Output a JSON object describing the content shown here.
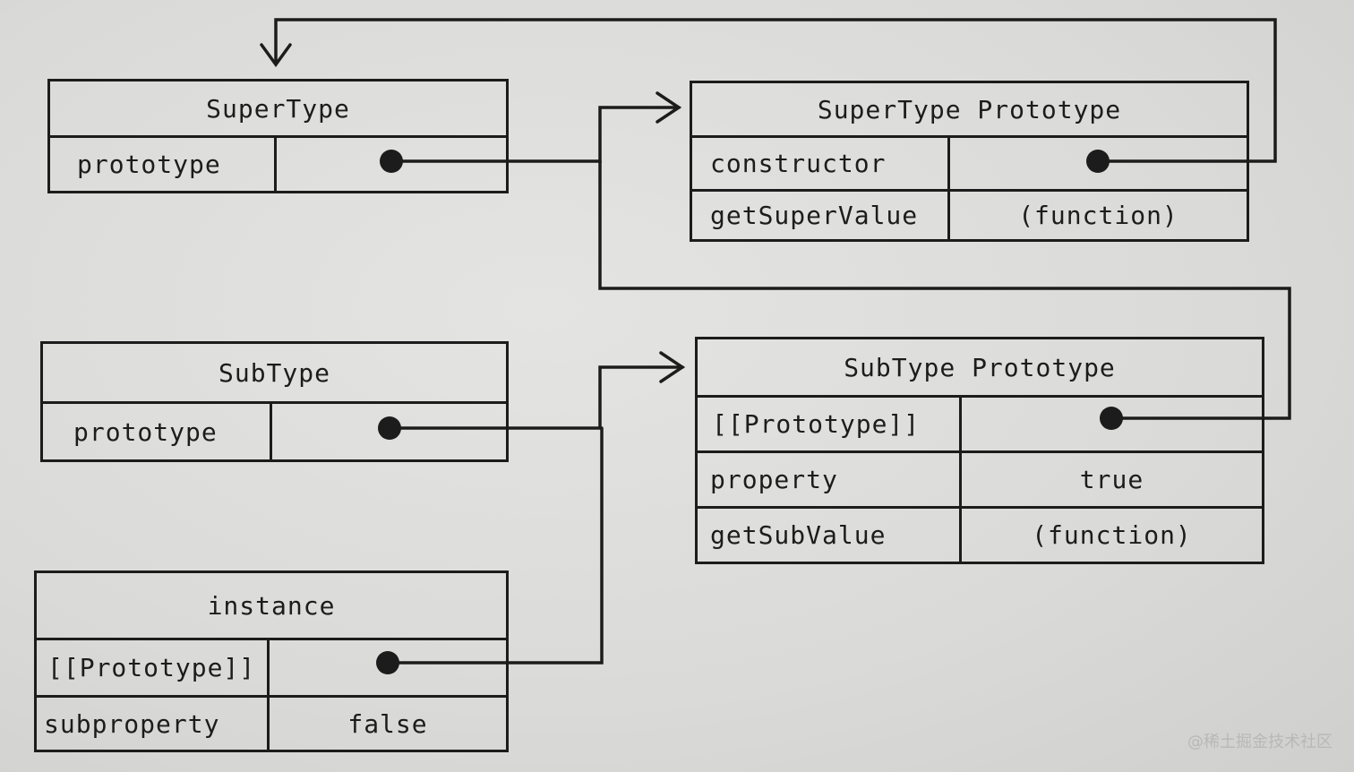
{
  "super_type": {
    "title": "SuperType",
    "key": "prototype"
  },
  "super_proto": {
    "title": "SuperType Prototype",
    "rows": [
      {
        "key": "constructor",
        "value": ""
      },
      {
        "key": "getSuperValue",
        "value": "(function)"
      }
    ]
  },
  "sub_type": {
    "title": "SubType",
    "key": "prototype"
  },
  "sub_proto": {
    "title": "SubType Prototype",
    "rows": [
      {
        "key": "[[Prototype]]",
        "value": ""
      },
      {
        "key": "property",
        "value": "true"
      },
      {
        "key": "getSubValue",
        "value": "(function)"
      }
    ]
  },
  "instance": {
    "title": "instance",
    "rows": [
      {
        "key": "[[Prototype]]",
        "value": ""
      },
      {
        "key": "subproperty",
        "value": "false"
      }
    ]
  },
  "watermark": "@稀土掘金技术社区",
  "colors": {
    "ink": "#1c1c1c",
    "paper": "#dadad8"
  }
}
